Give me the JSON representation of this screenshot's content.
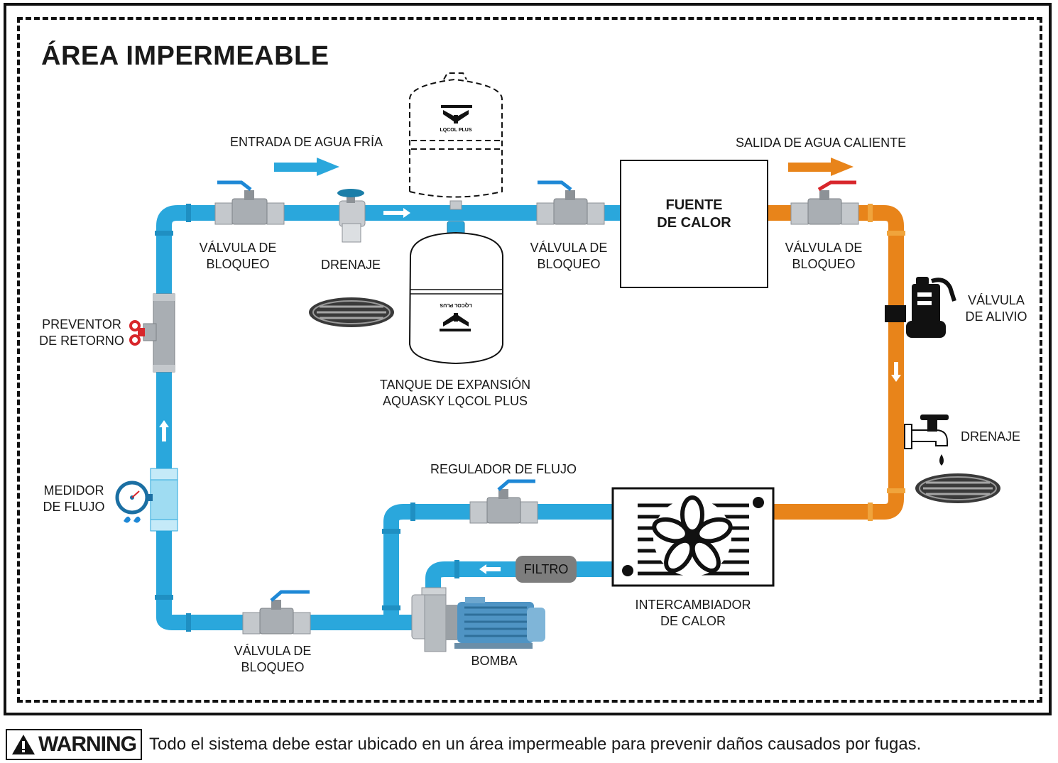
{
  "title": "ÁREA IMPERMEABLE",
  "labels": {
    "cold_inlet": "ENTRADA DE AGUA FRÍA",
    "hot_outlet": "SALIDA DE AGUA CALIENTE",
    "valve_top_left": [
      "VÁLVULA DE",
      "BLOQUEO"
    ],
    "drain_top": "DRENAJE",
    "valve_top_mid": [
      "VÁLVULA DE",
      "BLOQUEO"
    ],
    "heat_source": [
      "FUENTE",
      "DE CALOR"
    ],
    "valve_top_right": [
      "VÁLVULA DE",
      "BLOQUEO"
    ],
    "backflow": [
      "PREVENTOR",
      "DE RETORNO"
    ],
    "expansion_tank": [
      "TANQUE DE EXPANSIÓN",
      "AQUASKY LQCOL PLUS"
    ],
    "tank_brand": "LQCOL PLUS",
    "relief_valve": [
      "VÁLVULA",
      "DE ALIVIO"
    ],
    "drain_right": "DRENAJE",
    "flow_meter": [
      "MEDIDOR",
      "DE FLUJO"
    ],
    "flow_regulator": "REGULADOR DE FLUJO",
    "filter": "FILTRO",
    "heat_exchanger": [
      "INTERCAMBIADOR",
      "DE CALOR"
    ],
    "valve_bottom": [
      "VÁLVULA DE",
      "BLOQUEO"
    ],
    "pump": "BOMBA"
  },
  "warning": {
    "badge": "WARNING",
    "text": "Todo el sistema debe estar ubicado en un área impermeable para prevenir daños causados por fugas."
  },
  "colors": {
    "cold_pipe": "#2aa7dc",
    "hot_pipe": "#e8841a",
    "valve_handle_blue": "#1e88d6",
    "valve_handle_red": "#d8262b",
    "fitting_gray": "#a9aeb3"
  }
}
